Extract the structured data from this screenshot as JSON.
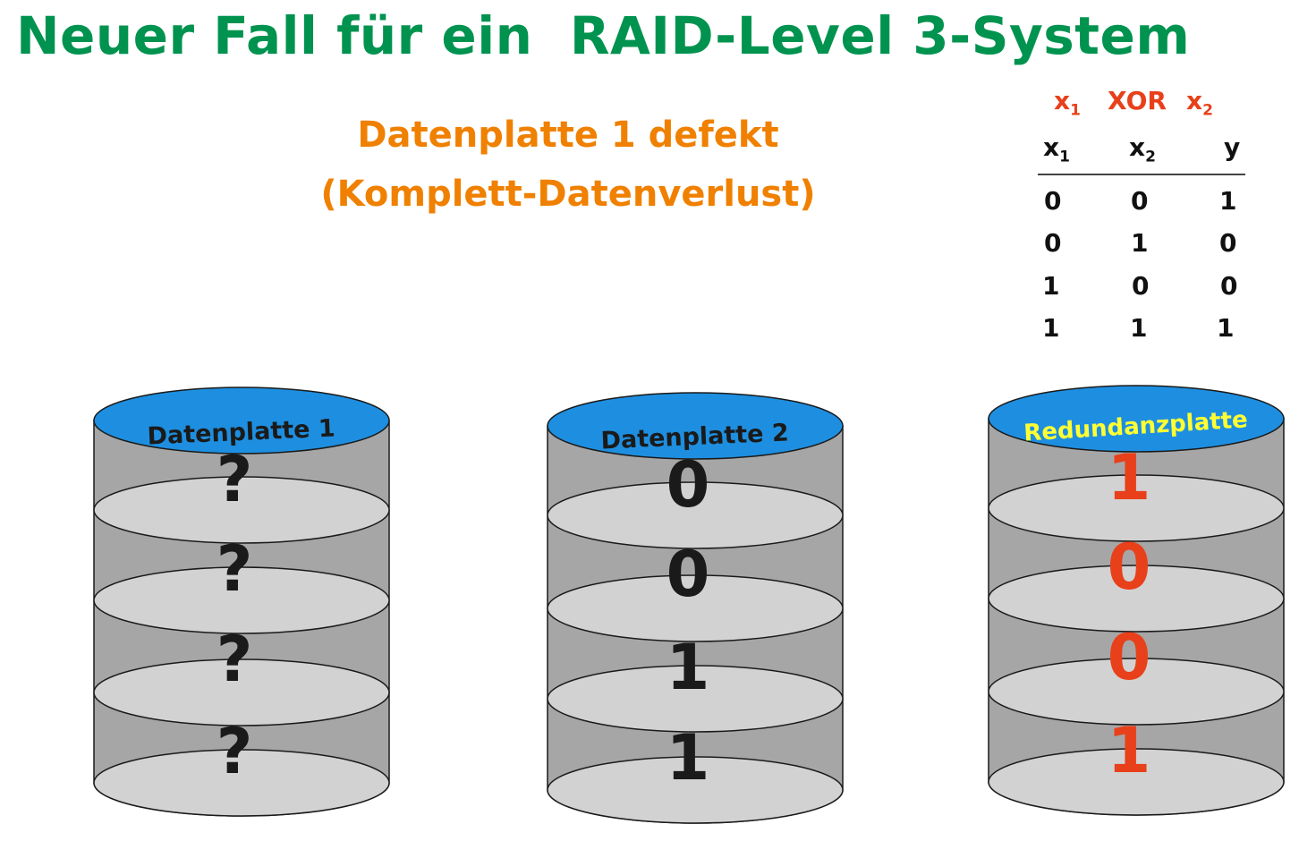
{
  "title": "Neuer Fall für ein  RAID-Level 3-System",
  "subtitle_line1": "Datenplatte 1 defekt",
  "subtitle_line2": "(Komplett-Datenverlust)",
  "truth_table": {
    "heading": {
      "left_var": "x",
      "left_sub": "1",
      "operator": "XOR",
      "right_var": "x",
      "right_sub": "2"
    },
    "columns": [
      {
        "var": "x",
        "sub": "1"
      },
      {
        "var": "x",
        "sub": "2"
      },
      {
        "var": "y",
        "sub": ""
      }
    ],
    "rows": [
      [
        "0",
        "0",
        "1"
      ],
      [
        "0",
        "1",
        "0"
      ],
      [
        "1",
        "0",
        "0"
      ],
      [
        "1",
        "1",
        "1"
      ]
    ]
  },
  "disks": [
    {
      "label": "Datenplatte 1",
      "label_color": "#1a1a1a",
      "value_color": "#1a1a1a",
      "values": [
        "?",
        "?",
        "?",
        "?"
      ]
    },
    {
      "label": "Datenplatte 2",
      "label_color": "#1a1a1a",
      "value_color": "#1a1a1a",
      "values": [
        "0",
        "0",
        "1",
        "1"
      ]
    },
    {
      "label": "Redundanzplatte",
      "label_color": "#ffff33",
      "value_color": "#e8401a",
      "values": [
        "1",
        "0",
        "0",
        "1"
      ]
    }
  ],
  "colors": {
    "title": "#00934f",
    "subtitle": "#f08000",
    "xor_heading": "#e8401a",
    "disk_top": "#1e8fe0",
    "disk_body": "#a6a6a6",
    "disk_platter": "#d2d2d2"
  }
}
